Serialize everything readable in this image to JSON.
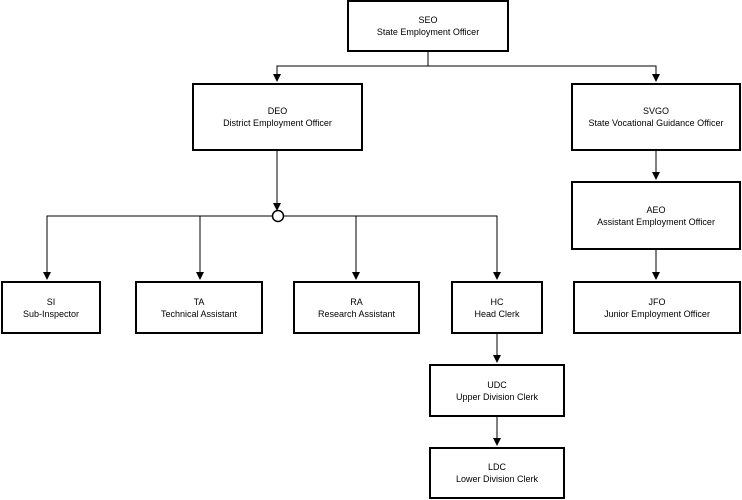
{
  "diagram": {
    "line_color": "#000000",
    "box_border_color": "#000000",
    "background_color": "#ffffff",
    "nodes": {
      "seo": {
        "abbr": "SEO",
        "title": "State Employment Officer"
      },
      "deo": {
        "abbr": "DEO",
        "title": "District Employment Officer"
      },
      "svgo": {
        "abbr": "SVGO",
        "title": "State Vocational Guidance Officer"
      },
      "aeo": {
        "abbr": "AEO",
        "title": "Assistant Employment Officer"
      },
      "jfo": {
        "abbr": "JFO",
        "title": "Junior Employment Officer"
      },
      "si": {
        "abbr": "SI",
        "title": "Sub-Inspector"
      },
      "ta": {
        "abbr": "TA",
        "title": "Technical Assistant"
      },
      "ra": {
        "abbr": "RA",
        "title": "Research Assistant"
      },
      "hc": {
        "abbr": "HC",
        "title": "Head Clerk"
      },
      "udc": {
        "abbr": "UDC",
        "title": "Upper Division Clerk"
      },
      "ldc": {
        "abbr": "LDC",
        "title": "Lower Division Clerk"
      }
    },
    "edges": [
      [
        "seo",
        "deo"
      ],
      [
        "seo",
        "svgo"
      ],
      [
        "svgo",
        "aeo"
      ],
      [
        "aeo",
        "jfo"
      ],
      [
        "deo",
        "si"
      ],
      [
        "deo",
        "ta"
      ],
      [
        "deo",
        "ra"
      ],
      [
        "deo",
        "hc"
      ],
      [
        "hc",
        "udc"
      ],
      [
        "udc",
        "ldc"
      ]
    ]
  }
}
